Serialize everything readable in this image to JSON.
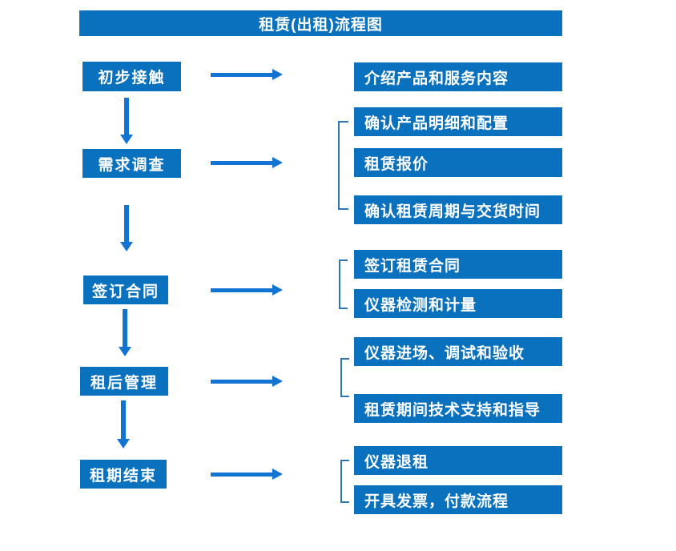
{
  "title": "租赁(出租)流程图",
  "colors": {
    "box": "#0A71BF",
    "arrow": "#1373D2",
    "bracket": "#2E75B6",
    "text": "#FFFFFF",
    "background": "#FFFFFF"
  },
  "steps": [
    {
      "label": "初步接触",
      "details": [
        "介绍产品和服务内容"
      ]
    },
    {
      "label": "需求调查",
      "details": [
        "确认产品明细和配置",
        "租赁报价",
        "确认租赁周期与交货时间"
      ]
    },
    {
      "label": "签订合同",
      "details": [
        "签订租赁合同",
        "仪器检测和计量"
      ]
    },
    {
      "label": "租后管理",
      "details": [
        "仪器进场、调试和验收",
        "租赁期间技术支持和指导"
      ]
    },
    {
      "label": "租期结束",
      "details": [
        "仪器退租",
        "开具发票，付款流程"
      ]
    }
  ]
}
